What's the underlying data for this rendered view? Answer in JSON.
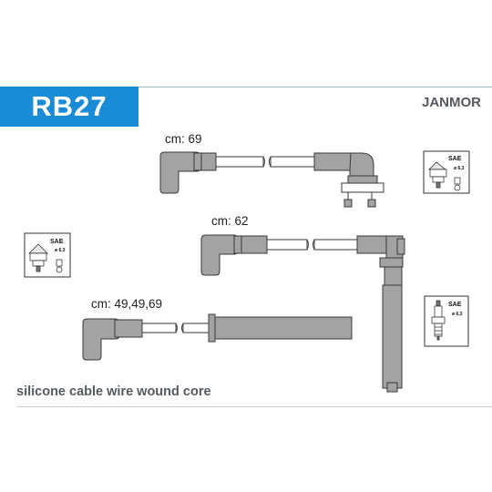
{
  "header": {
    "part_number": "RB27",
    "brand": "JANMOR"
  },
  "leads": [
    {
      "label": "cm: 69"
    },
    {
      "label": "cm: 62"
    },
    {
      "label": "cm: 49,49,69"
    }
  ],
  "footer": {
    "description": "silicone cable wire wound core"
  },
  "connector_icons": [
    {
      "icon": "distributor-cap-icon",
      "standard": "SAE",
      "diameter": "ø 6,3"
    },
    {
      "icon": "distributor-cap-icon",
      "standard": "SAE",
      "diameter": "ø 6,3"
    },
    {
      "icon": "spark-plug-icon",
      "standard": "SAE",
      "diameter": "ø 6,3"
    }
  ],
  "colors": {
    "badge": "#1a8bd6",
    "boot": "#a3a3a3",
    "outline": "#3a3a3a"
  }
}
